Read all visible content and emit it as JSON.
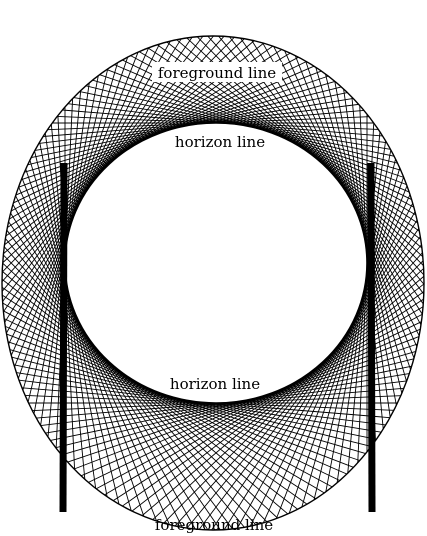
{
  "labels": {
    "foreground_top": "foreground line",
    "horizon_top": "horizon line",
    "horizon_bottom": "horizon line",
    "foreground_bottom": "foreground line"
  },
  "colors": {
    "ink": "#000000",
    "paper": "#ffffff"
  },
  "pattern": {
    "chord_families": 2,
    "chords_per_family": 72,
    "uprights": 2
  }
}
